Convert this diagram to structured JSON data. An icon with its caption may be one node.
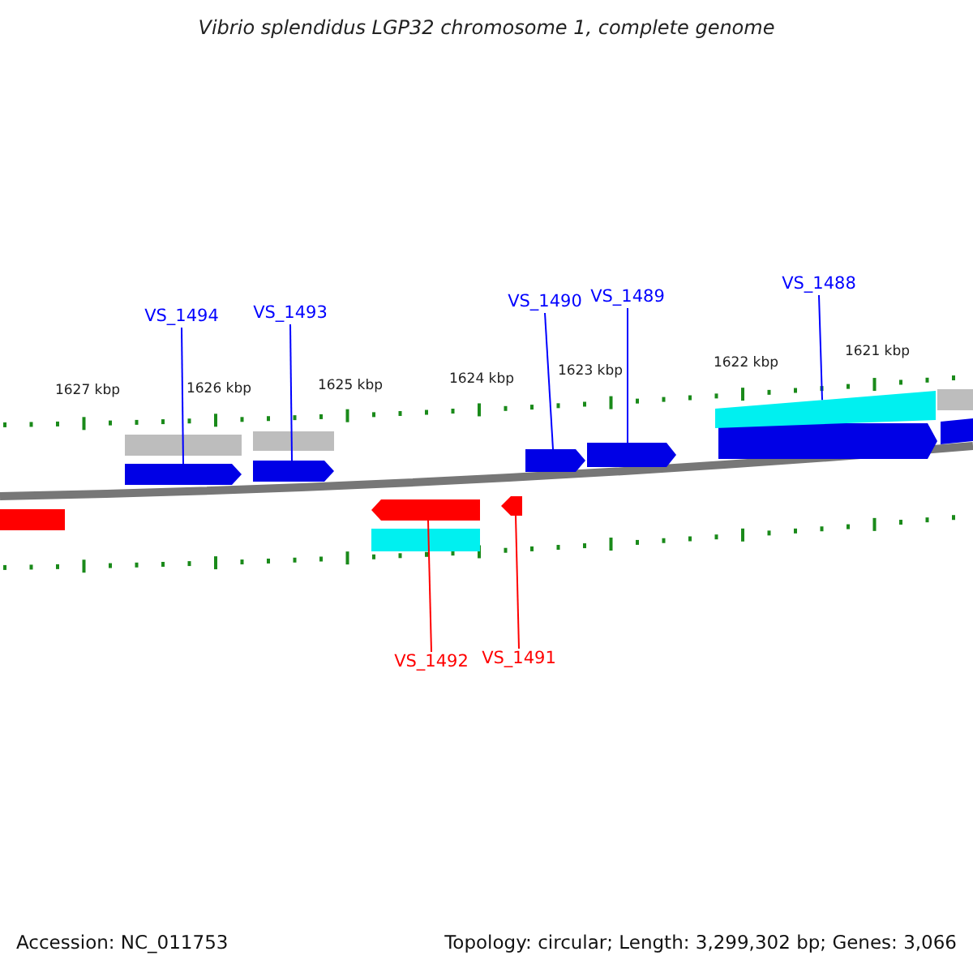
{
  "diagram": {
    "title": "Vibrio splendidus LGP32 chromosome 1, complete genome",
    "nodes": [
      {
        "text": [
          "VS_1494"
        ]
      },
      {
        "text": [
          "VS_1493"
        ]
      },
      {
        "text": [
          "VS_1490"
        ]
      },
      {
        "text": [
          "VS_1489"
        ]
      },
      {
        "text": [
          "VS_1488"
        ]
      },
      {
        "text": [],
        "shape": "bar"
      },
      {
        "text": [],
        "shape": "bar"
      },
      {
        "text": [],
        "shape": "bar"
      },
      {
        "text": [],
        "shape": "bar"
      },
      {
        "text": [],
        "shape": "bar"
      },
      {
        "text": [],
        "shape": "bar"
      },
      {
        "text": [],
        "shape": "bar"
      },
      {
        "text": [
          "VS_1492"
        ]
      },
      {
        "text": [
          "VS_1491"
        ]
      },
      {
        "text": [],
        "shape": "bar"
      }
    ],
    "edges": [
      {
        "from": 0,
        "to": 5,
        "arrow": "none"
      },
      {
        "from": 1,
        "to": 6,
        "arrow": "none"
      },
      {
        "from": 2,
        "to": 7,
        "arrow": "none"
      },
      {
        "from": 3,
        "to": 8,
        "arrow": "none"
      },
      {
        "from": 4,
        "to": 14,
        "arrow": "none"
      },
      {
        "from": 12,
        "to": 10,
        "arrow": "none",
        "color": "#ff0000"
      },
      {
        "from": 13,
        "to": 11,
        "arrow": "none",
        "color": "#ff0000"
      }
    ],
    "labels": [
      "1627 kbp",
      "1626 kbp",
      "1625 kbp",
      "1624 kbp",
      "1623 kbp",
      "1622 kbp",
      "1621 kbp",
      "Accession: NC_011753",
      "Topology: circular; Length: 3,299,302 bp; Genes: 3,066"
    ]
  }
}
